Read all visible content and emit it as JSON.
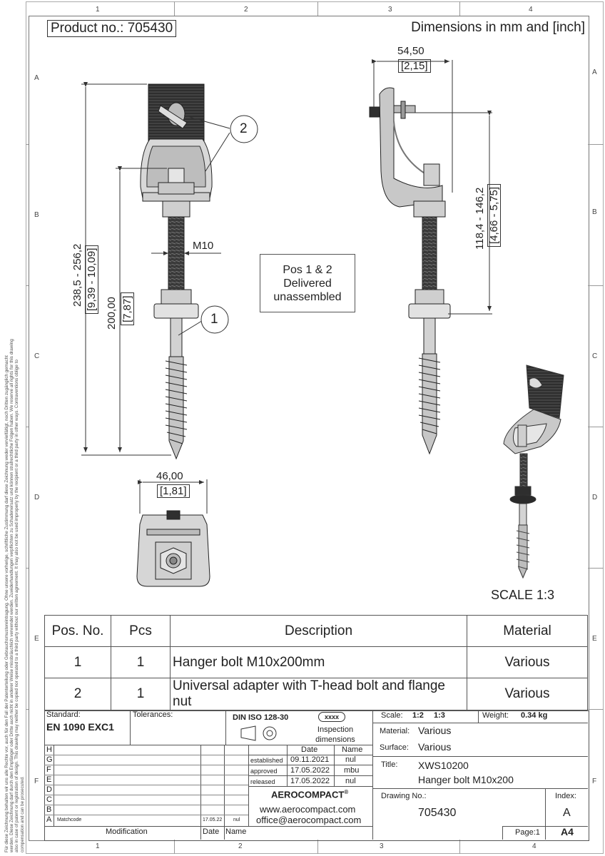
{
  "header": {
    "product_no": "Product no.: 705430",
    "dimensions_unit": "Dimensions in mm and [inch]"
  },
  "grid": {
    "columns": [
      "1",
      "2",
      "3",
      "4"
    ],
    "rows": [
      "A",
      "B",
      "C",
      "D",
      "E",
      "F"
    ]
  },
  "side_note": "Für diese Zeichnung behalten wir uns alle Rechte vor, auch für den Fall der Patenterteilung oder Gebrauchsmustereintragung. Ohne unsere vorherige, schriftliche Zustimmung darf diese Zeichnung weder vervielfältigt, noch Dritten zugänglich gemacht werden. Diese Zeichnung darf durch den Empfänger oder Dritte auch nicht in anderer Weise missbräuchlich verwendet werden. Zuwiderhandlungen verpflichten zu Schadenersatz und können strafrechtliche Folgen haben. We reserve all rights for this drawing also in case of patent or registration of design. This drawing may neither be copied nor operated to a third party without our written agreement. It may also not be used improperly by the recipient or a third party in other ways. Contraventions oblige to compensation and can be prosecuted.",
  "dimensions": {
    "overall_mm": "238,5 - 256,2",
    "overall_in": "[9,39 - 10,09]",
    "bolt_mm": "200,00",
    "bolt_in": "[7,87]",
    "thread": "M10",
    "width_mm": "54,50",
    "width_in": "[2,15]",
    "range_mm": "118,4 - 146,2",
    "range_in": "[4,66 - 5,75]",
    "base_mm": "46,00",
    "base_in": "[1,81]"
  },
  "callouts": [
    "1",
    "2"
  ],
  "note_box": [
    "Pos 1 & 2",
    "Delivered",
    "unassembled"
  ],
  "scale_label": "SCALE 1:3",
  "bom": {
    "headers": [
      "Pos. No.",
      "Pcs",
      "Description",
      "Material"
    ],
    "rows": [
      {
        "pos": "1",
        "pcs": "1",
        "description": "Hanger bolt M10x200mm",
        "material": "Various"
      },
      {
        "pos": "2",
        "pcs": "1",
        "description": "Universal adapter with T-head bolt and flange nut",
        "material": "Various"
      }
    ]
  },
  "title_block": {
    "standard_label": "Standard:",
    "standard_value": "EN 1090 EXC1",
    "tolerances_label": "Tolerances:",
    "din_label": "DIN ISO 128-30",
    "inspection_badge": "xxxx",
    "inspection_label": "Inspection dimensions",
    "scale_label": "Scale:",
    "scale_value_1": "1:2",
    "scale_value_2": "1:3",
    "weight_label": "Weight:",
    "weight_value": "0.34 kg",
    "material_label": "Material:",
    "material_value": "Various",
    "surface_label": "Surface:",
    "surface_value": "Various",
    "title_label": "Title:",
    "title_line1": "XWS10200",
    "title_line2": "Hanger bolt M10x200",
    "drawing_no_label": "Drawing No.:",
    "drawing_no": "705430",
    "index_label": "Index:",
    "index_value": "A",
    "page_label": "Page:1",
    "format": "A4",
    "revision_letters": [
      "H",
      "G",
      "F",
      "E",
      "D",
      "C",
      "B",
      "A"
    ],
    "matchcode": "Matchcode",
    "rev_a_date": "17.05.22",
    "rev_a_name": "nul",
    "modification_label": "Modification",
    "date_label": "Date",
    "name_label": "Name",
    "approvals": [
      {
        "role": "established",
        "date": "09.11.2021",
        "name": "nul"
      },
      {
        "role": "approved",
        "date": "17.05.2022",
        "name": "mbu"
      },
      {
        "role": "released",
        "date": "17.05.2022",
        "name": "nul"
      }
    ],
    "company": "AEROCOMPACT",
    "company_mark": "®",
    "website": "www.aerocompact.com",
    "email": "office@aerocompact.com"
  }
}
